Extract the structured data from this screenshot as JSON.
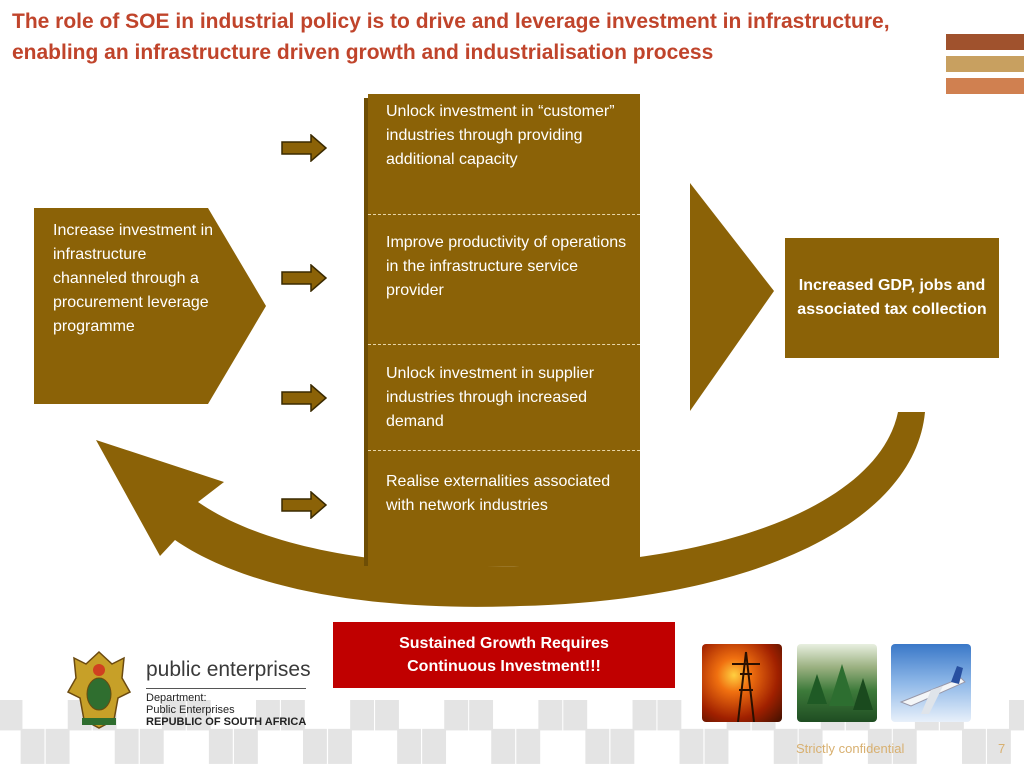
{
  "title": "The role of SOE in industrial policy is to drive and leverage investment in infrastructure, enabling an infrastructure driven growth and industrialisation process",
  "left_box": {
    "text": "Increase investment in infrastructure channeled through a procurement leverage programme"
  },
  "outcomes": [
    "Unlock investment in “customer” industries through providing additional capacity",
    "Improve productivity of operations in the infrastructure service provider",
    "Unlock investment in supplier industries through increased demand",
    "Realise externalities associated with network industries"
  ],
  "result_box": {
    "text": "Increased GDP, jobs and associated tax collection"
  },
  "callout": {
    "line1": "Sustained Growth Requires",
    "line2": "Continuous Investment!!!"
  },
  "logo": {
    "brand": "public enterprises",
    "dept_line1": "Department:",
    "dept_line2": "Public Enterprises",
    "dept_line3": "REPUBLIC OF SOUTH AFRICA"
  },
  "footer": {
    "confidential": "Strictly confidential",
    "page": "7"
  },
  "colors": {
    "title": "#c0442b",
    "box": "#8b6207",
    "callout": "#c00000",
    "footer": "#d8b070"
  },
  "icons": [
    "coat-of-arms-icon",
    "right-arrow-icon",
    "chevron-icon",
    "return-curve-arrow-icon"
  ]
}
